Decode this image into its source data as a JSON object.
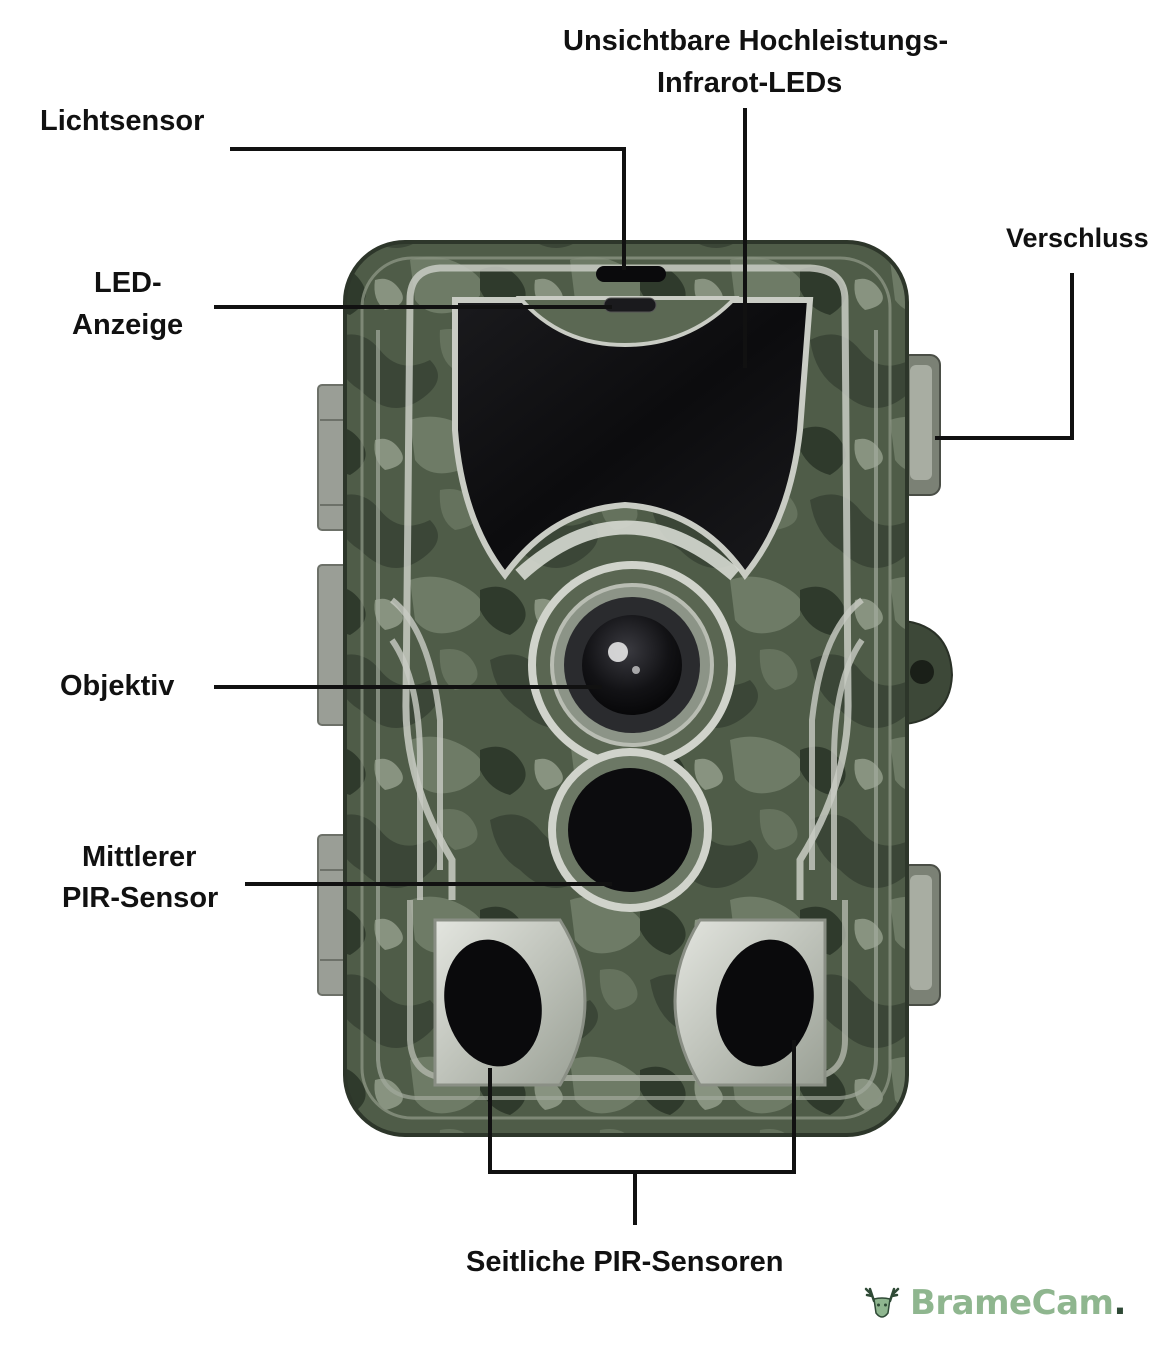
{
  "labels": {
    "lichtsensor": "Lichtsensor",
    "led_line1": "LED-",
    "led_line2": "Anzeige",
    "ir_line1": "Unsichtbare Hochleistungs-",
    "ir_line2": "Infrarot-LEDs",
    "verschluss": "Verschluss",
    "objektiv": "Objektiv",
    "pir_mid_line1": "Mittlerer",
    "pir_mid_line2": "PIR-Sensor",
    "pir_side": "Seitliche PIR-Sensoren"
  },
  "brand": {
    "name_part1": "Brame",
    "name_part2": "Cam",
    "suffix": ".",
    "icon": "deer-head-icon",
    "color": "#8fb68f"
  },
  "colors": {
    "camo_base": "#4d5a47",
    "camo_dark": "#2f3a2d",
    "camo_light": "#7d8a76",
    "trim": "#c9ccc4",
    "glass": "#0d0d0f",
    "line": "#111111"
  }
}
